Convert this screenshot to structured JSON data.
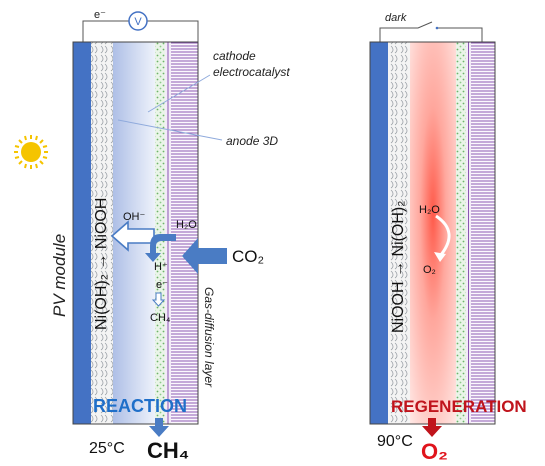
{
  "left_cell": {
    "electron_label": "e⁻",
    "voltmeter_label": "V",
    "pv_label": "PV module",
    "anode_reaction": "Ni(OH)₂ → NiOOH",
    "hydroxide_label": "OH⁻",
    "water_label": "H₂O",
    "proton_label": "H⁺",
    "electron_small_label": "e⁻",
    "methane_small_label": "CH₄",
    "co2_label": "CO₂",
    "cathode_label_line1": "cathode",
    "cathode_label_line2": "electrocatalyst",
    "anode_3d_label": "anode 3D",
    "gdl_label": "Gas-diffusion layer",
    "mode_label": "REACTION",
    "temperature": "25°C",
    "product": "CH₄"
  },
  "right_cell": {
    "dark_label": "dark",
    "regen_reaction": "NiOOH → Ni(OH)₂",
    "water_label": "H₂O",
    "oxygen_small_label": "O₂",
    "mode_label": "REGENERATION",
    "temperature": "90°C",
    "product": "O₂"
  },
  "colors": {
    "electrode_blue": "#4472c4",
    "arrow_blue": "#4a7cc4",
    "reaction_blue": "#1f6fc9",
    "regen_red": "#c0141c",
    "product_red": "#e0141c",
    "sun_yellow": "#f5c400",
    "membrane_purple": "#7030a0"
  }
}
